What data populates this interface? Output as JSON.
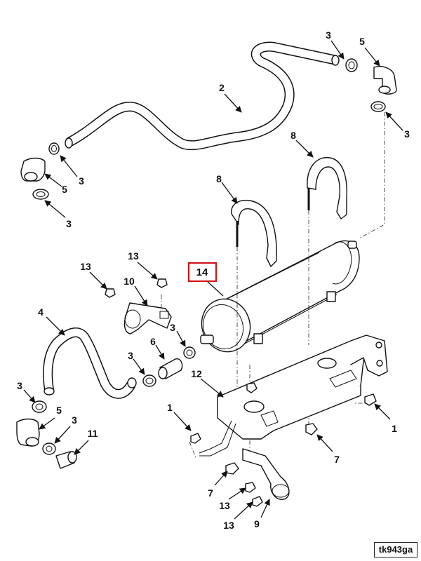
{
  "figure_code": "tk943ga",
  "highlighted_item": "14",
  "highlight_color": "#d0141a",
  "callouts": [
    {
      "id": "c-3-top-left",
      "label": "3"
    },
    {
      "id": "c-5-top-right",
      "label": "5"
    },
    {
      "id": "c-2",
      "label": "2"
    },
    {
      "id": "c-3-right",
      "label": "3"
    },
    {
      "id": "c-8-right",
      "label": "8"
    },
    {
      "id": "c-3-left-mid",
      "label": "3"
    },
    {
      "id": "c-5-left",
      "label": "5"
    },
    {
      "id": "c-3-left-low",
      "label": "3"
    },
    {
      "id": "c-8-left",
      "label": "8"
    },
    {
      "id": "c-14",
      "label": "14"
    },
    {
      "id": "c-13-a",
      "label": "13"
    },
    {
      "id": "c-13-b",
      "label": "13"
    },
    {
      "id": "c-10",
      "label": "10"
    },
    {
      "id": "c-4",
      "label": "4"
    },
    {
      "id": "c-6",
      "label": "6"
    },
    {
      "id": "c-3-mid",
      "label": "3"
    },
    {
      "id": "c-3-mid2",
      "label": "3"
    },
    {
      "id": "c-12",
      "label": "12"
    },
    {
      "id": "c-3-lower-left",
      "label": "3"
    },
    {
      "id": "c-5-lower-left",
      "label": "5"
    },
    {
      "id": "c-3-lower",
      "label": "3"
    },
    {
      "id": "c-11",
      "label": "11"
    },
    {
      "id": "c-1-left",
      "label": "1"
    },
    {
      "id": "c-1-right",
      "label": "1"
    },
    {
      "id": "c-7-right",
      "label": "7"
    },
    {
      "id": "c-7-left",
      "label": "7"
    },
    {
      "id": "c-13-c",
      "label": "13"
    },
    {
      "id": "c-13-d",
      "label": "13"
    },
    {
      "id": "c-9",
      "label": "9"
    }
  ]
}
